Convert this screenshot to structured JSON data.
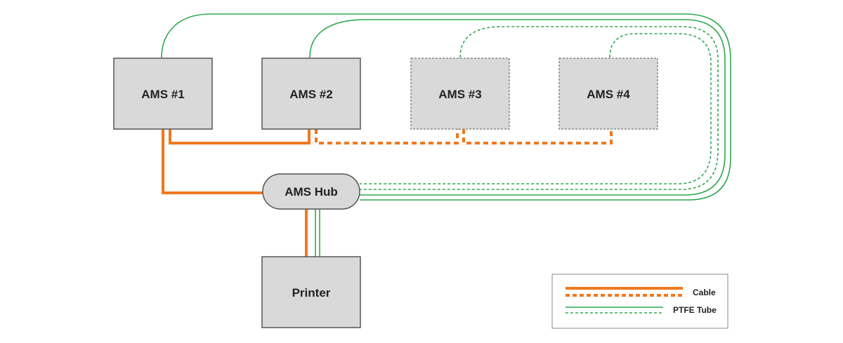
{
  "nodes": {
    "ams1": {
      "label": "AMS #1"
    },
    "ams2": {
      "label": "AMS #2"
    },
    "ams3": {
      "label": "AMS #3"
    },
    "ams4": {
      "label": "AMS #4"
    },
    "hub": {
      "label": "AMS Hub"
    },
    "printer": {
      "label": "Printer"
    }
  },
  "legend": {
    "cable_label": "Cable",
    "ptfe_label": "PTFE Tube"
  },
  "colors": {
    "cable": "#f07820",
    "ptfe": "#2fa84f",
    "box_fill": "#d9d9d9",
    "box_stroke": "#555555",
    "optional_stroke": "#8a8a8a"
  }
}
